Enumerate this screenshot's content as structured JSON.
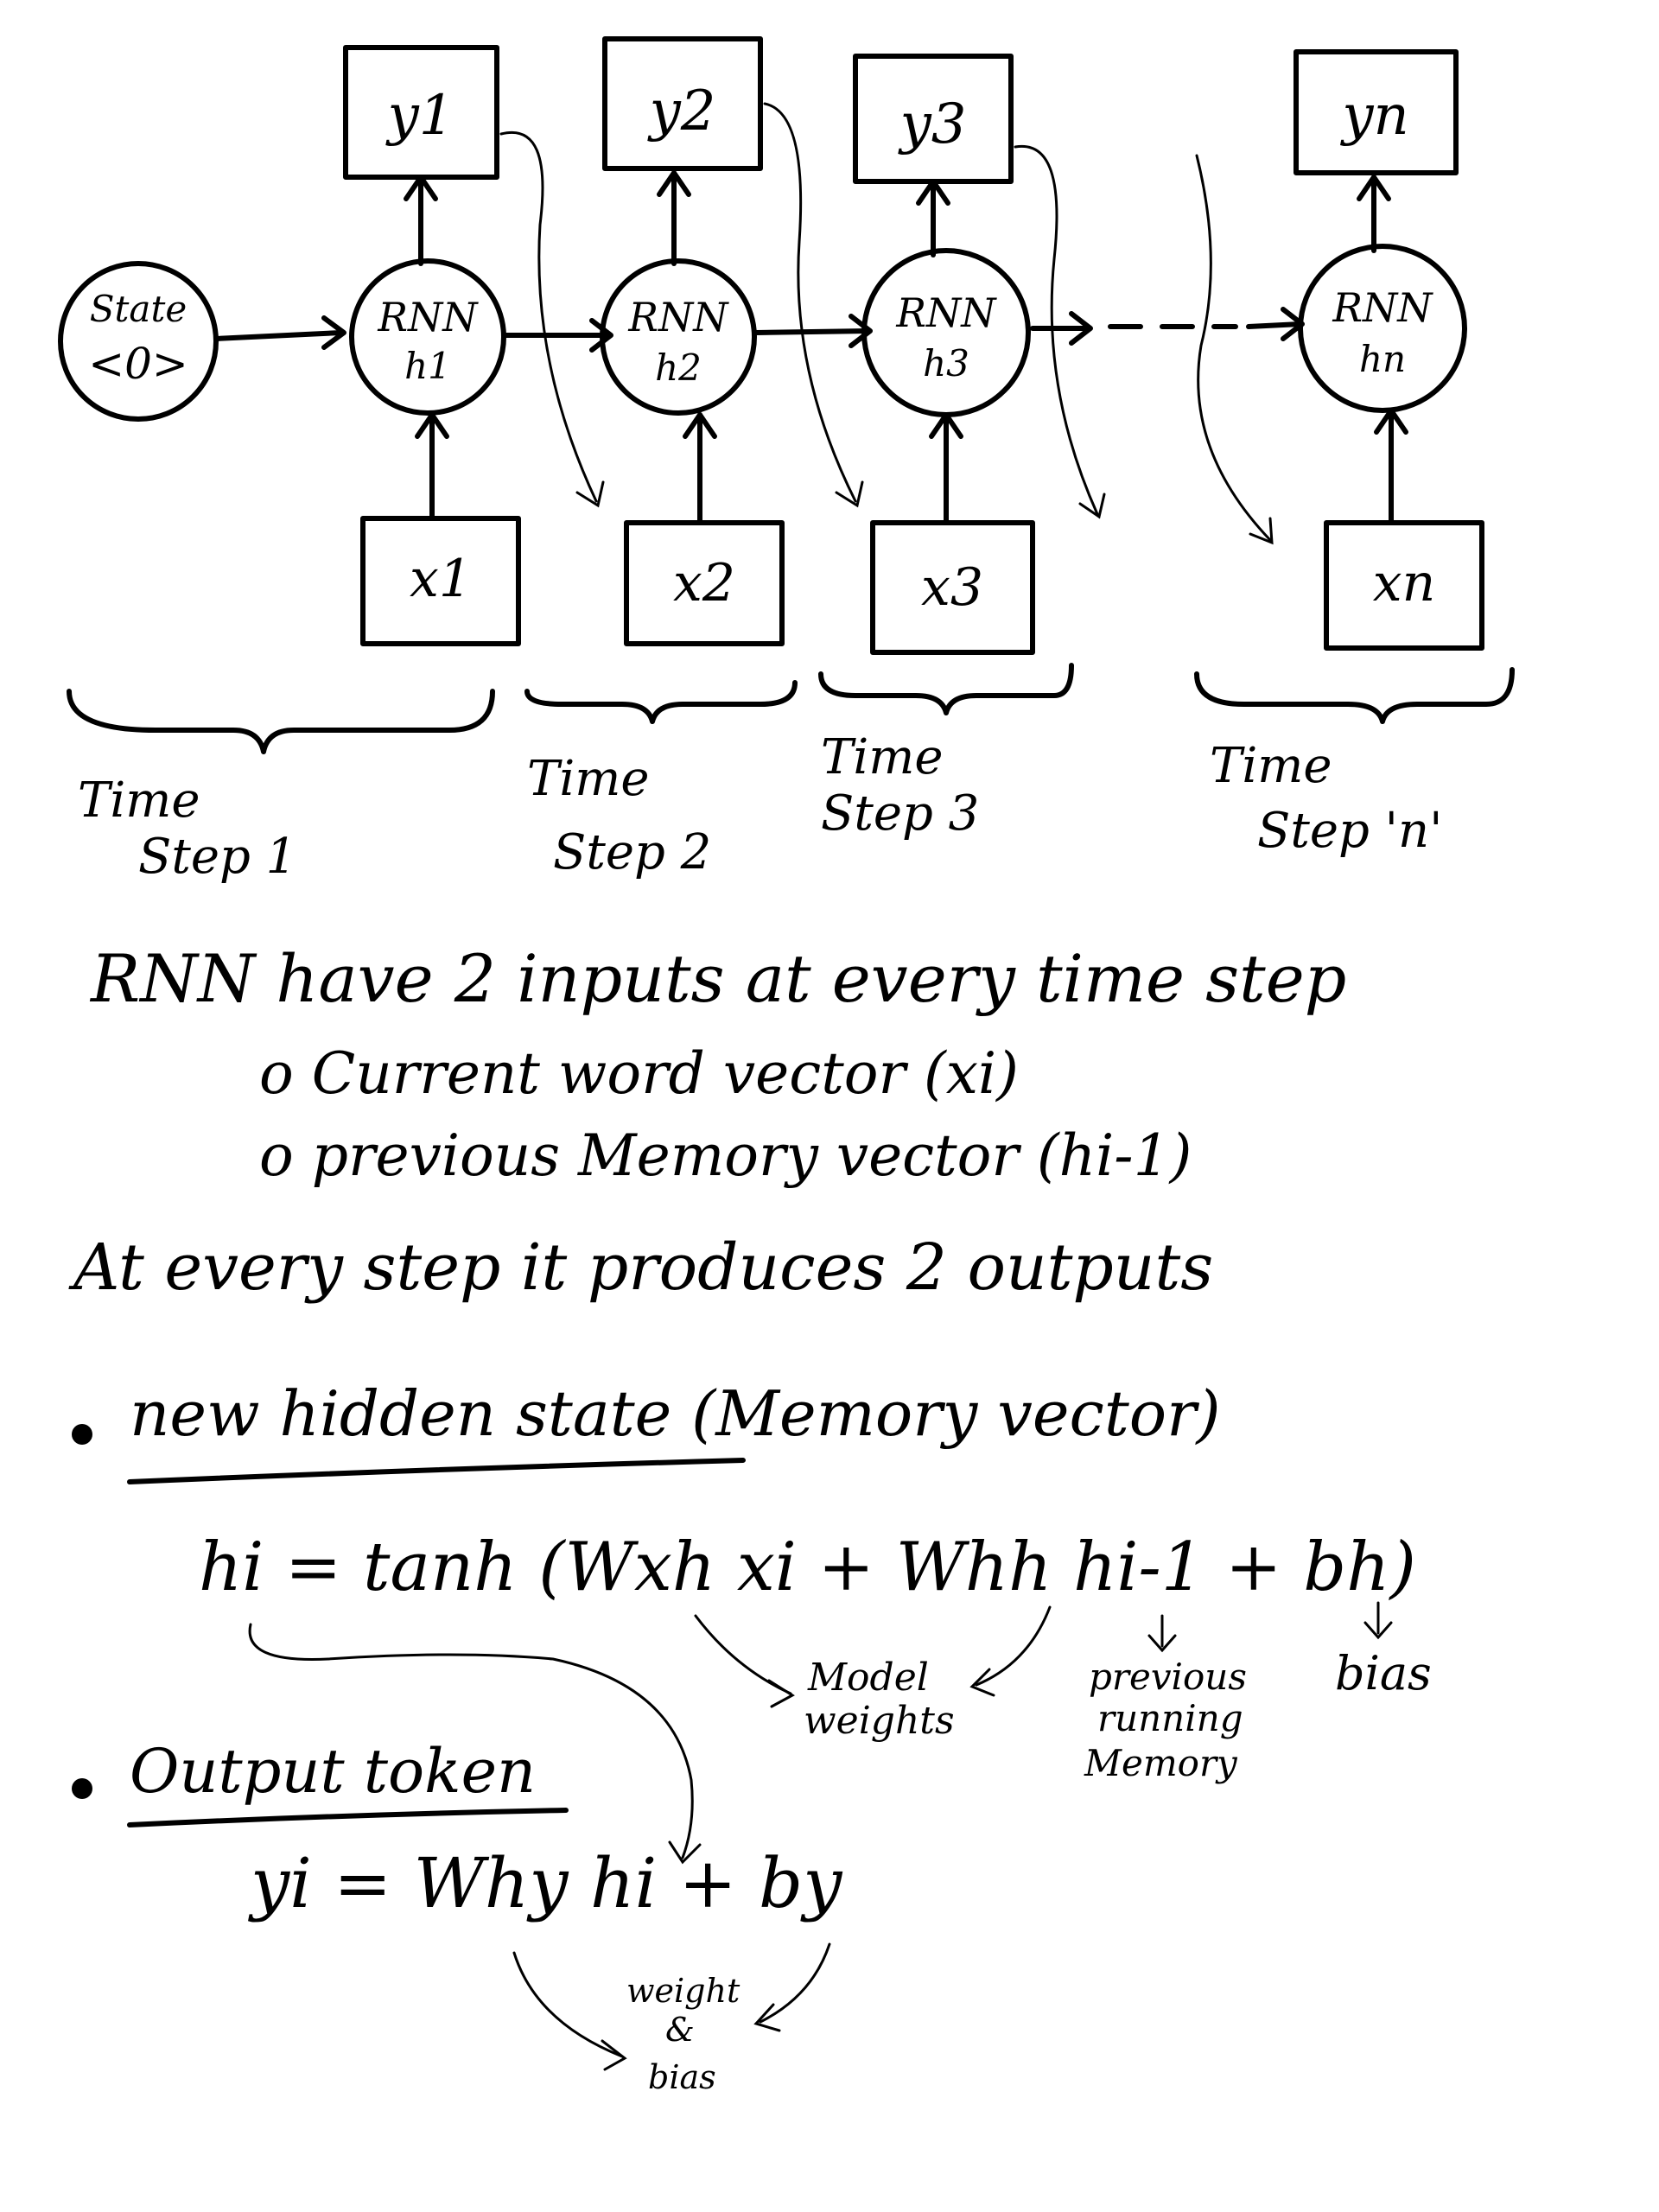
{
  "diagram": {
    "state": {
      "line1": "State",
      "line2": "<0>"
    },
    "cells": [
      {
        "rnn": "RNN",
        "h": "h1",
        "x": "x1",
        "y": "y1",
        "step_a": "Time",
        "step_b": "Step 1"
      },
      {
        "rnn": "RNN",
        "h": "h2",
        "x": "x2",
        "y": "y2",
        "step_a": "Time",
        "step_b": "Step 2"
      },
      {
        "rnn": "RNN",
        "h": "h3",
        "x": "x3",
        "y": "y3",
        "step_a": "Time",
        "step_b": "Step 3"
      },
      {
        "rnn": "RNN",
        "h": "hn",
        "x": "xn",
        "y": "yn",
        "step_a": "Time",
        "step_b": "Step 'n'"
      }
    ]
  },
  "notes": {
    "line1": "RNN have 2 inputs at every time step",
    "bullet1": "o Current word vector (xi)",
    "bullet2": "o previous Memory vector (hi-1)",
    "line2": "At every step it produces 2 outputs",
    "b1_title": "new hidden state (Memory vector)",
    "eq1": "hi = tanh (Wxh xi + Whh hi-1 + bh)",
    "ann_model_1": "Model",
    "ann_model_2": "weights",
    "ann_prev_1": "previous",
    "ann_prev_2": "running",
    "ann_prev_3": "Memory",
    "ann_bias": "bias",
    "b2_title": "Output token",
    "eq2": "yi = Why hi + by",
    "ann_wb_1": "weight",
    "ann_wb_2": "&",
    "ann_wb_3": "bias"
  }
}
